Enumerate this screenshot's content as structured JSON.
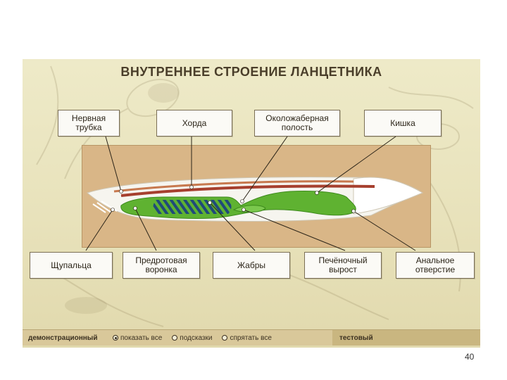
{
  "slide": {
    "title": "ВНУТРЕННЕЕ СТРОЕНИЕ ЛАНЦЕТНИКА",
    "labels": {
      "nerve_tube": "Нервная трубка",
      "chord": "Хорда",
      "peribranchial_cavity": "Околожаберная полость",
      "intestine": "Кишка",
      "tentacles": "Щупальца",
      "preoral_funnel": "Предротовая воронка",
      "gills": "Жабры",
      "hepatic_outgrowth": "Печёночный вырост",
      "anus": "Анальное отверстие"
    },
    "colors": {
      "background": "#e8e2bb",
      "panel": "#d9b687",
      "notochord": "#a63f2e",
      "gut": "#5fb231",
      "gills": "#1f4a7a",
      "body": "#f6f5ef"
    }
  },
  "bottom_bar": {
    "mode_label": "демонстрационный",
    "options": [
      {
        "label": "показать все",
        "selected": true
      },
      {
        "label": "подсказки",
        "selected": false
      },
      {
        "label": "спрятать все",
        "selected": false
      }
    ],
    "test_label": "тестовый"
  },
  "page": {
    "number": "40"
  }
}
